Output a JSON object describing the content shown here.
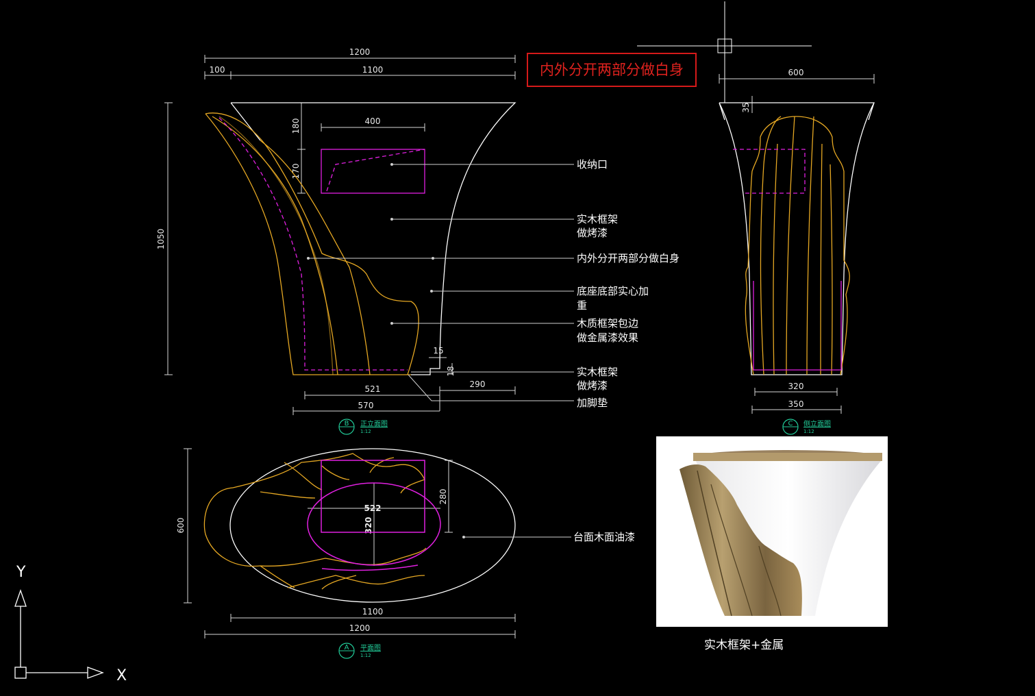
{
  "title_box": {
    "text": "内外分开两部分做白身"
  },
  "front_view": {
    "dims": {
      "total_width": "1200",
      "left_offset": "100",
      "inner_width": "1100",
      "height": "1050",
      "top_gap": "180",
      "opening_height": "170",
      "opening_width": "400",
      "base_step": "15",
      "base_height": "18",
      "base_right": "290",
      "base_inner": "521",
      "base_outer": "570"
    },
    "callouts": [
      {
        "line1": "收纳口",
        "line2": ""
      },
      {
        "line1": "实木框架",
        "line2": "做烤漆"
      },
      {
        "line1": "内外分开两部分做白身",
        "line2": ""
      },
      {
        "line1": "底座底部实心加",
        "line2": "重"
      },
      {
        "line1": "木质框架包边",
        "line2": "做金属漆效果"
      },
      {
        "line1": "实木框架",
        "line2": "做烤漆"
      },
      {
        "line1": "加脚垫",
        "line2": ""
      }
    ],
    "tag": {
      "letter": "B",
      "name": "正立面图",
      "scale": "1:12"
    }
  },
  "side_view": {
    "dims": {
      "top_width": "600",
      "top_height": "35",
      "base_inner": "320",
      "base_outer": "350"
    },
    "tag": {
      "letter": "C",
      "name": "侧立面图",
      "scale": "1:12"
    }
  },
  "plan_view": {
    "dims": {
      "depth": "600",
      "box_height": "280",
      "inner_width": "1100",
      "total_width": "1200",
      "ellipse_width": "522",
      "ellipse_height": "320"
    },
    "callout": "台面木面油漆",
    "tag": {
      "letter": "A",
      "name": "平面图",
      "scale": "1:12"
    }
  },
  "render": {
    "caption": "实木框架+金属"
  },
  "ucs": {
    "y_label": "Y",
    "x_label": "X"
  },
  "colors": {
    "background": "#000000",
    "outline": "#ffffff",
    "frame": "#e6a823",
    "hidden": "#e020e0",
    "dimension": "#d8d8d8",
    "title_red": "#e0221e",
    "tag": "#22cc99"
  }
}
